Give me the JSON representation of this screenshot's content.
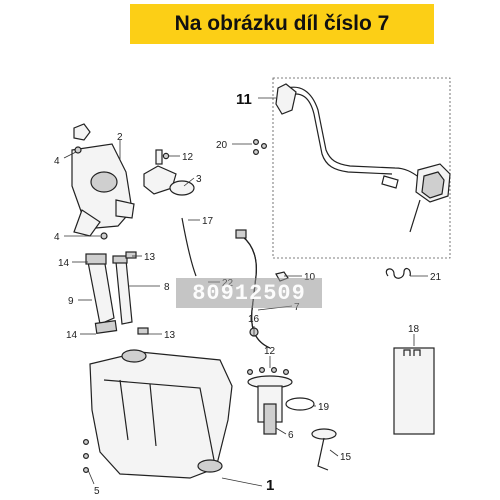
{
  "banner": {
    "text": "Na obrázku díl číslo 7"
  },
  "watermark": {
    "text": "80912509"
  },
  "callouts": {
    "c1": "1",
    "c2": "2",
    "c3": "3",
    "c4a": "4",
    "c4b": "4",
    "c5": "5",
    "c6": "6",
    "c7": "7",
    "c8": "8",
    "c9": "9",
    "c10": "10",
    "c11": "11",
    "c12a": "12",
    "c12b": "12",
    "c13a": "13",
    "c13b": "13",
    "c14a": "14",
    "c14b": "14",
    "c15": "15",
    "c16": "16",
    "c17": "17",
    "c18": "18",
    "c19": "19",
    "c20": "20",
    "c21": "21",
    "c22": "22"
  }
}
